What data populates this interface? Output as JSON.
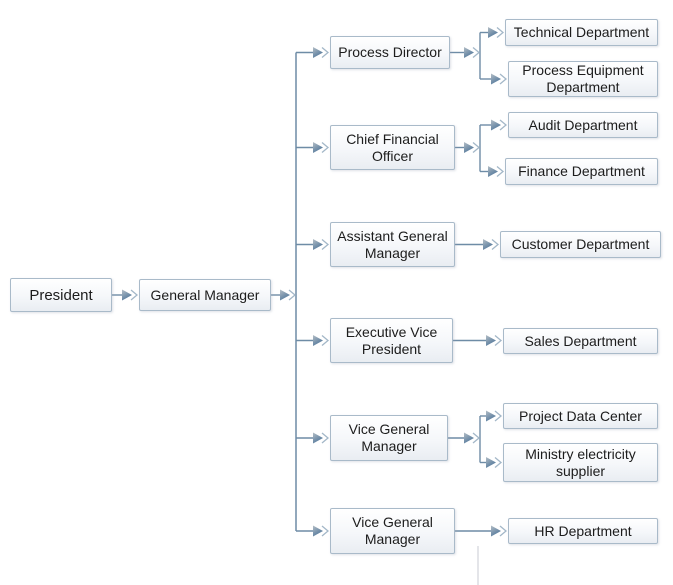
{
  "diagram": {
    "type": "organization-chart",
    "nodes": {
      "president": {
        "label": "President"
      },
      "general_manager": {
        "label": "General Manager"
      },
      "process_director": {
        "label": "Process Director"
      },
      "chief_financial_officer": {
        "label": "Chief Financial Officer"
      },
      "assistant_general_manager": {
        "label": "Assistant General Manager"
      },
      "executive_vice_president": {
        "label": "Executive Vice President"
      },
      "vice_general_manager_1": {
        "label": "Vice General Manager"
      },
      "vice_general_manager_2": {
        "label": "Vice General Manager"
      },
      "technical_department": {
        "label": "Technical Department"
      },
      "process_equipment_department": {
        "label": "Process Equipment Department"
      },
      "audit_department": {
        "label": "Audit Department"
      },
      "finance_department": {
        "label": "Finance Department"
      },
      "customer_department": {
        "label": "Customer Department"
      },
      "sales_department": {
        "label": "Sales Department"
      },
      "project_data_center": {
        "label": "Project Data Center"
      },
      "ministry_electricity_supplier": {
        "label": "Ministry electricity supplier"
      },
      "hr_department": {
        "label": "HR Department"
      }
    },
    "edges": [
      [
        "president",
        "general_manager"
      ],
      [
        "general_manager",
        "process_director"
      ],
      [
        "general_manager",
        "chief_financial_officer"
      ],
      [
        "general_manager",
        "assistant_general_manager"
      ],
      [
        "general_manager",
        "executive_vice_president"
      ],
      [
        "general_manager",
        "vice_general_manager_1"
      ],
      [
        "general_manager",
        "vice_general_manager_2"
      ],
      [
        "process_director",
        "technical_department"
      ],
      [
        "process_director",
        "process_equipment_department"
      ],
      [
        "chief_financial_officer",
        "audit_department"
      ],
      [
        "chief_financial_officer",
        "finance_department"
      ],
      [
        "assistant_general_manager",
        "customer_department"
      ],
      [
        "executive_vice_president",
        "sales_department"
      ],
      [
        "vice_general_manager_1",
        "project_data_center"
      ],
      [
        "vice_general_manager_1",
        "ministry_electricity_supplier"
      ],
      [
        "vice_general_manager_2",
        "hr_department"
      ]
    ],
    "colors": {
      "background": "#ffffff",
      "connector_line": "#6e8ca6",
      "arrowhead_light": "#b4bec6",
      "arrowhead_dark": "#4d7499",
      "chevron": "#a3b7c8",
      "box_border": "#a9bac9",
      "box_fill_top": "#ffffff",
      "box_fill_bottom": "#e9edf2",
      "text": "#1c1c1c",
      "artifact_line": "#e4e5e9"
    }
  }
}
